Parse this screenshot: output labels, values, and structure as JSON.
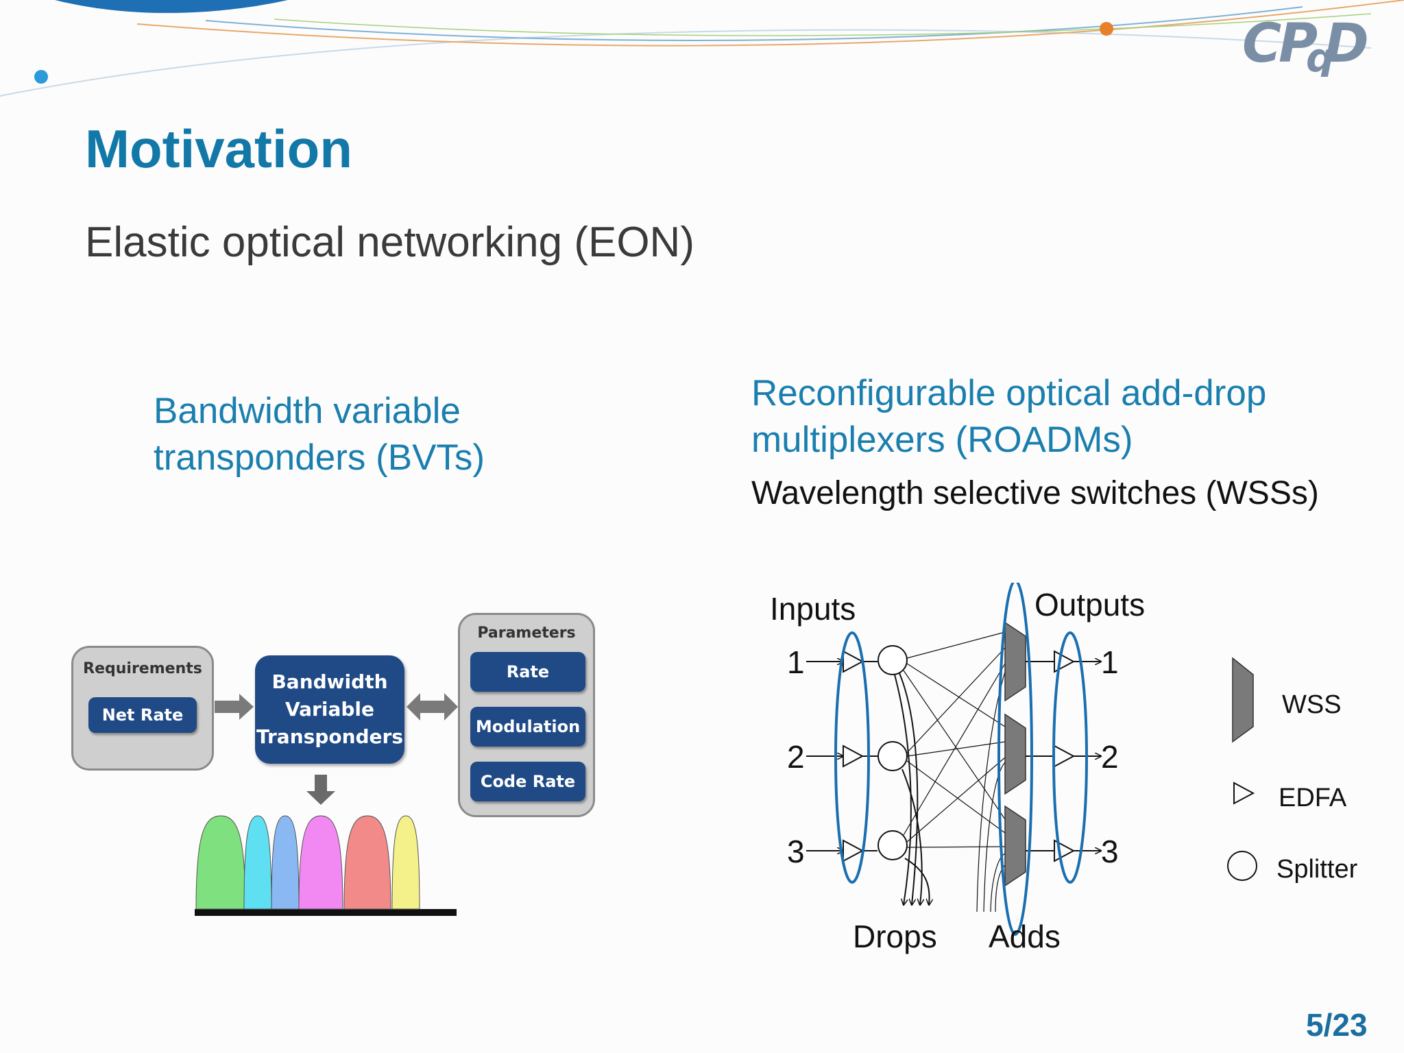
{
  "slide": {
    "title": "Motivation",
    "subtitle": "Elastic optical networking (EON)",
    "page_number": "5/23",
    "logo_text": "CPqD",
    "accent_color": "#1278a8"
  },
  "bvt": {
    "heading_line1": "Bandwidth variable",
    "heading_line2": "transponders (BVTs)",
    "requirements": {
      "label": "Requirements",
      "item": "Net Rate"
    },
    "center": {
      "line1": "Bandwidth",
      "line2": "Variable",
      "line3": "Transponders"
    },
    "parameters": {
      "label": "Parameters",
      "items": [
        "Rate",
        "Modulation",
        "Code Rate"
      ]
    },
    "spectrum_colors": [
      "#7ee07e",
      "#5ee0f2",
      "#8ab8f2",
      "#f288f2",
      "#f28a8a",
      "#f4f08a"
    ]
  },
  "roadm": {
    "heading_line1": "Reconfigurable optical add-drop",
    "heading_line2": "multiplexers (ROADMs)",
    "wss_line": "Wavelength selective switches (WSSs)",
    "inputs_label": "Inputs",
    "outputs_label": "Outputs",
    "input_numbers": [
      "1",
      "2",
      "3"
    ],
    "output_numbers": [
      "1",
      "2",
      "3"
    ],
    "drops_label": "Drops",
    "adds_label": "Adds",
    "legend": {
      "wss": "WSS",
      "edfa": "EDFA",
      "splitter": "Splitter"
    },
    "highlight_color": "#1a6fb0"
  }
}
